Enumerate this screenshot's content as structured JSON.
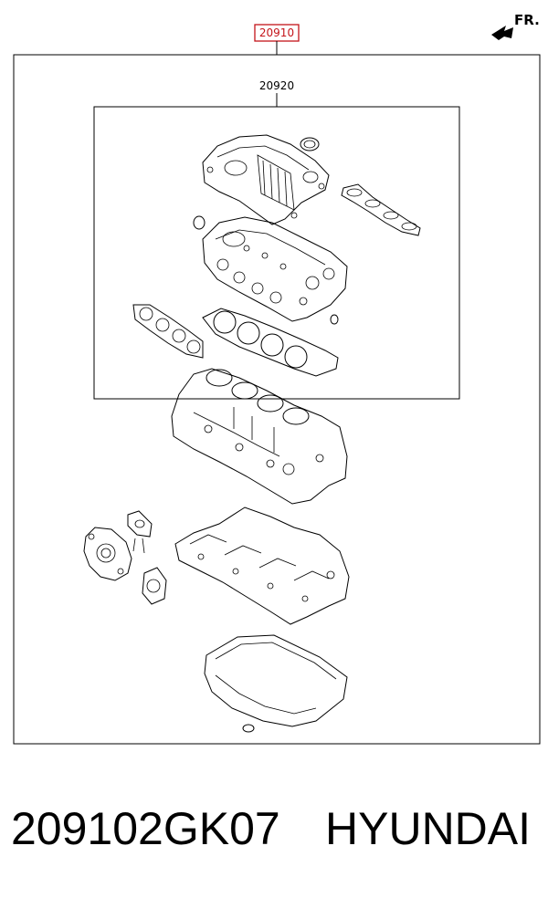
{
  "diagram": {
    "callout_kit": "20910",
    "callout_gasket_set": "20920",
    "direction_label": "FR.",
    "highlight_color": "#c4141a"
  },
  "caption": {
    "part_number": "209102GK07",
    "brand": "HYUNDAI"
  }
}
